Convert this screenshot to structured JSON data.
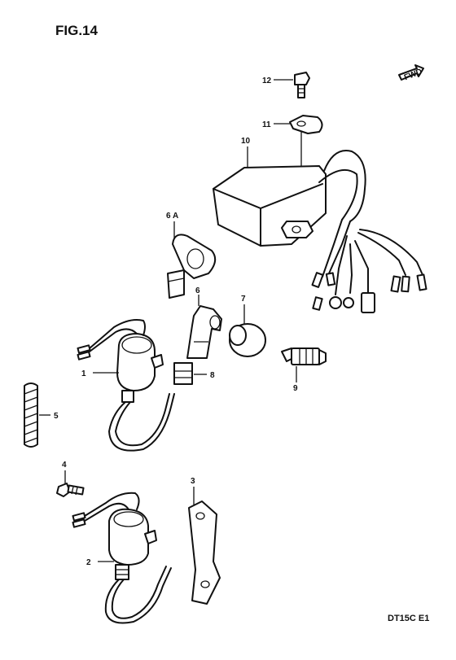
{
  "figure": {
    "title": "FIG.14",
    "code": "DT15C E1",
    "fwd_label": "FWD"
  },
  "callouts": [
    {
      "id": "12",
      "text": "12"
    },
    {
      "id": "11",
      "text": "11"
    },
    {
      "id": "10",
      "text": "10"
    },
    {
      "id": "6A",
      "text": "6 A"
    },
    {
      "id": "6",
      "text": "6"
    },
    {
      "id": "7",
      "text": "7"
    },
    {
      "id": "1",
      "text": "1"
    },
    {
      "id": "8",
      "text": "8"
    },
    {
      "id": "9",
      "text": "9"
    },
    {
      "id": "5",
      "text": "5"
    },
    {
      "id": "4",
      "text": "4"
    },
    {
      "id": "3",
      "text": "3"
    },
    {
      "id": "2",
      "text": "2"
    }
  ]
}
